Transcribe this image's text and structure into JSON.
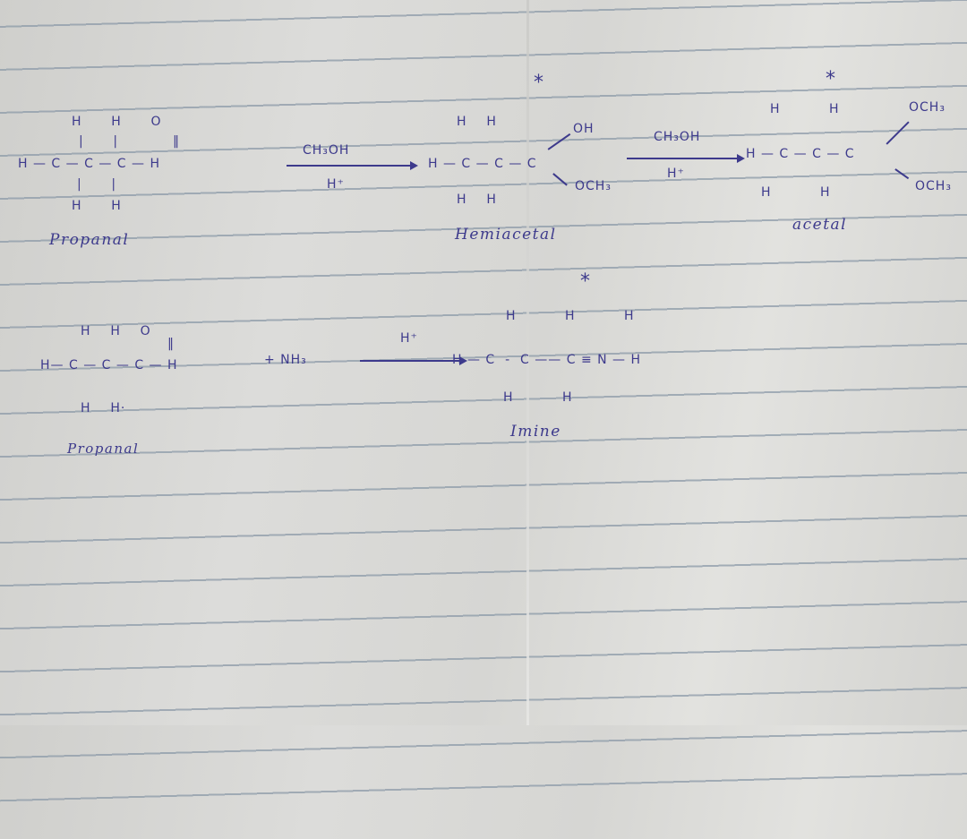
{
  "reaction1": {
    "propanal": {
      "top": "H      H      O",
      "carbonyl": "‖",
      "middle": "H — C — C — C — H",
      "bottom": "H      H",
      "label": "Propanal"
    },
    "arrow1": {
      "reagent": "CH₃OH",
      "catalyst": "H⁺"
    },
    "hemiacetal": {
      "star": "*",
      "top": "H    H",
      "oh": "OH",
      "middle": "H — C — C — C",
      "och3": "OCH₃",
      "bottom": "H    H",
      "label": "Hemiacetal"
    },
    "arrow2": {
      "reagent": "CH₃OH",
      "catalyst": "H⁺"
    },
    "acetal": {
      "star": "*",
      "top": "H          H",
      "och3_top": "OCH₃",
      "middle": "H — C — C — C",
      "och3_bottom": "OCH₃",
      "bottom": "H          H",
      "label": "acetal"
    }
  },
  "reaction2": {
    "propanal": {
      "top": "H    H    O",
      "carbonyl": "‖",
      "middle": "H— C — C — C — H",
      "bottom": "H    H·",
      "label": "Propanal"
    },
    "plus_reagent": "+ NH₃",
    "catalyst": "H⁺",
    "imine": {
      "star": "*",
      "top": "H          H          H",
      "middle": "H — C  -  C —— C ≡ N — H",
      "bottom": "H          H",
      "label": "Imine"
    }
  }
}
